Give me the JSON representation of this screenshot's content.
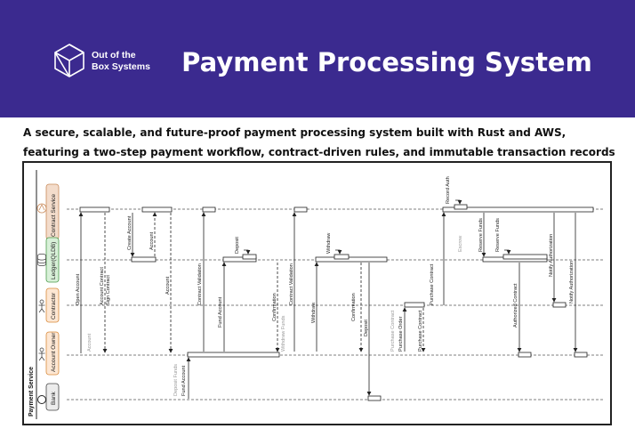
{
  "header": {
    "brand": "Out of the\nBox Systems",
    "title": "Payment Processing System",
    "bg_color": "#3b2a8f"
  },
  "description": "A secure, scalable, and future-proof payment processing system built with Rust and AWS, featuring a two-step payment workflow, contract-driven rules, and immutable transaction records",
  "diagram": {
    "pool_label": "Payment Service",
    "lanes": [
      {
        "label": "Contract Service",
        "icon": "contract-service-icon",
        "color": "#f3dccb",
        "border": "#c98a5a"
      },
      {
        "label": "Ledger(QLDB)",
        "icon": "database-icon",
        "color": "#d8f0d8",
        "border": "#4a9a4a"
      },
      {
        "label": "Contractor",
        "icon": "actor-icon",
        "color": "#fde7d3",
        "border": "#d98a3a"
      },
      {
        "label": "Account Owner",
        "icon": "actor-icon",
        "color": "#fde7d3",
        "border": "#d98a3a"
      },
      {
        "label": "Bank",
        "icon": "bank-icon",
        "color": "#ececec",
        "border": "#444444"
      }
    ],
    "messages": {
      "open_account": "Open Account",
      "account_contract_sign": "Account Contract\nSign Contract",
      "create_account": "Create Account",
      "account_1": "Account",
      "account_2": "Account",
      "account_3": "Account",
      "deposit_funds": "Deposit Funds",
      "fund_account_1": "Fund Account",
      "contract_validation_1": "Contract Validation",
      "fund_account_2": "Fund Account",
      "deposit_1": "Deposit",
      "confirmation_1": "Confirmation",
      "withdraw_funds": "Withdraw Funds",
      "contract_validation_2": "Contract Validation",
      "withdraw_1": "Withdraw",
      "withdraw_2": "Withdraw",
      "confirmation_2": "Confirmation",
      "deposit_2": "Deposit",
      "purchase_contract_1": "Purchase Contract",
      "purchase_order": "Purchase Order",
      "purchase_contract_2": "Purchase Contract",
      "record_auth": "Record Auth",
      "escrow": "Escrow",
      "reserve_funds_1": "Reserve Funds",
      "reserve_funds_2": "Reserve Funds",
      "authorized_contract": "Authorized Contract",
      "notify_authorization_1": "Notify Authorization",
      "notify_authorization_2": "Notify Authorization"
    }
  }
}
